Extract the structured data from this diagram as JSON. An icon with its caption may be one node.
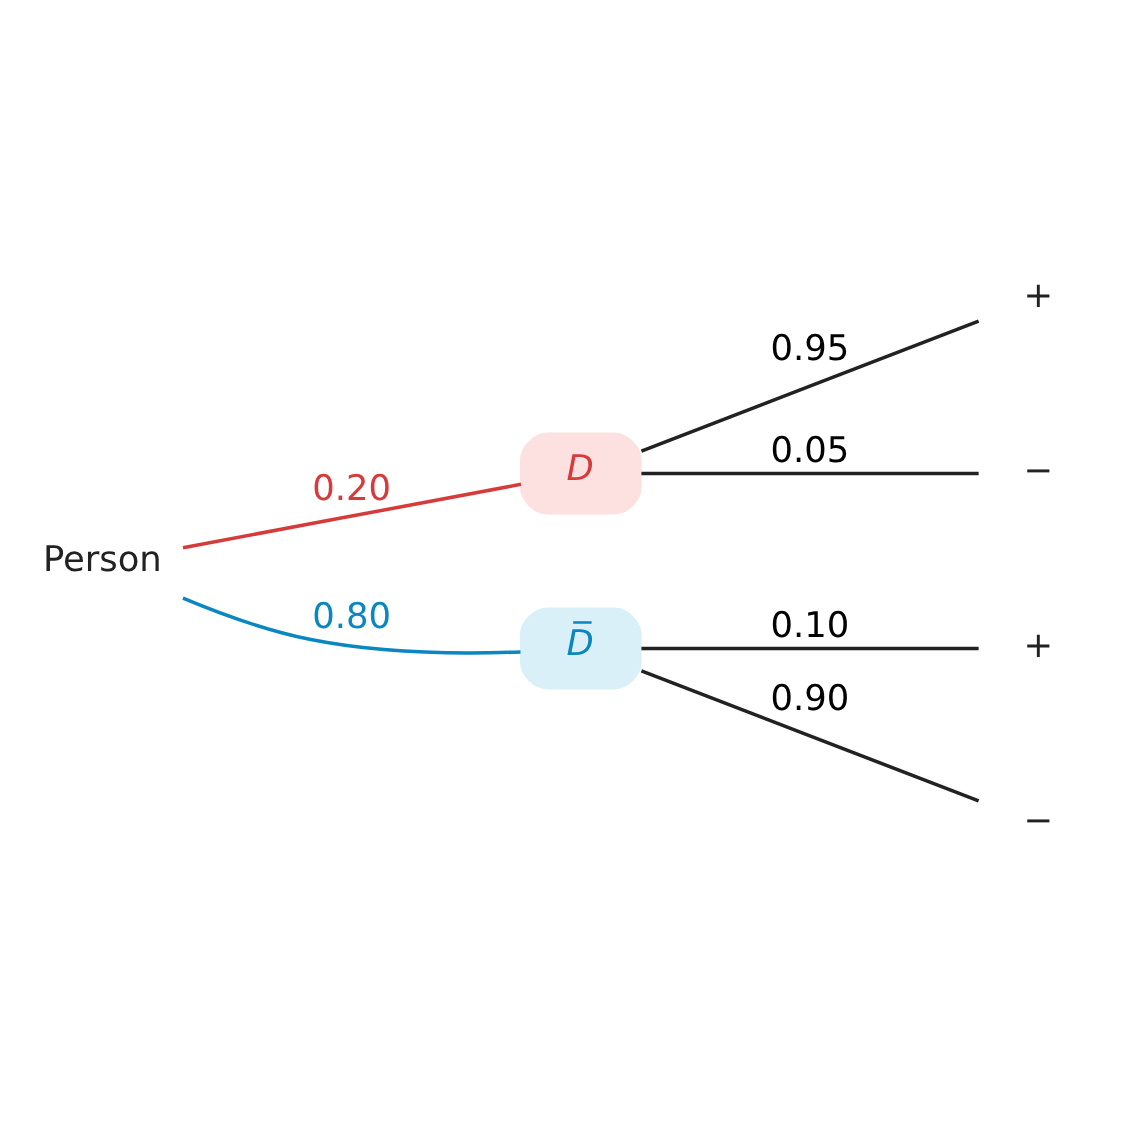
{
  "diagram": {
    "nodes": [
      {
        "text": [
          "Person"
        ]
      },
      {
        "text": [
          "D"
        ]
      },
      {
        "text": [
          "D̅"
        ]
      },
      {
        "text": [
          "+"
        ]
      },
      {
        "text": [
          "−"
        ]
      },
      {
        "text": [
          "+"
        ]
      },
      {
        "text": [
          "−"
        ]
      }
    ],
    "edges": [
      {
        "from": 0,
        "to": 1,
        "arrow": "none",
        "label": "0.20",
        "color": "#d63b3b"
      },
      {
        "from": 0,
        "to": 2,
        "arrow": "none",
        "label": "0.80",
        "color": "#0a86c0"
      },
      {
        "from": 1,
        "to": 3,
        "arrow": "none",
        "label": "0.95"
      },
      {
        "from": 1,
        "to": 4,
        "arrow": "none",
        "label": "0.05"
      },
      {
        "from": 2,
        "to": 5,
        "arrow": "none",
        "label": "0.10"
      },
      {
        "from": 2,
        "to": 6,
        "arrow": "none",
        "label": "0.90"
      }
    ]
  }
}
